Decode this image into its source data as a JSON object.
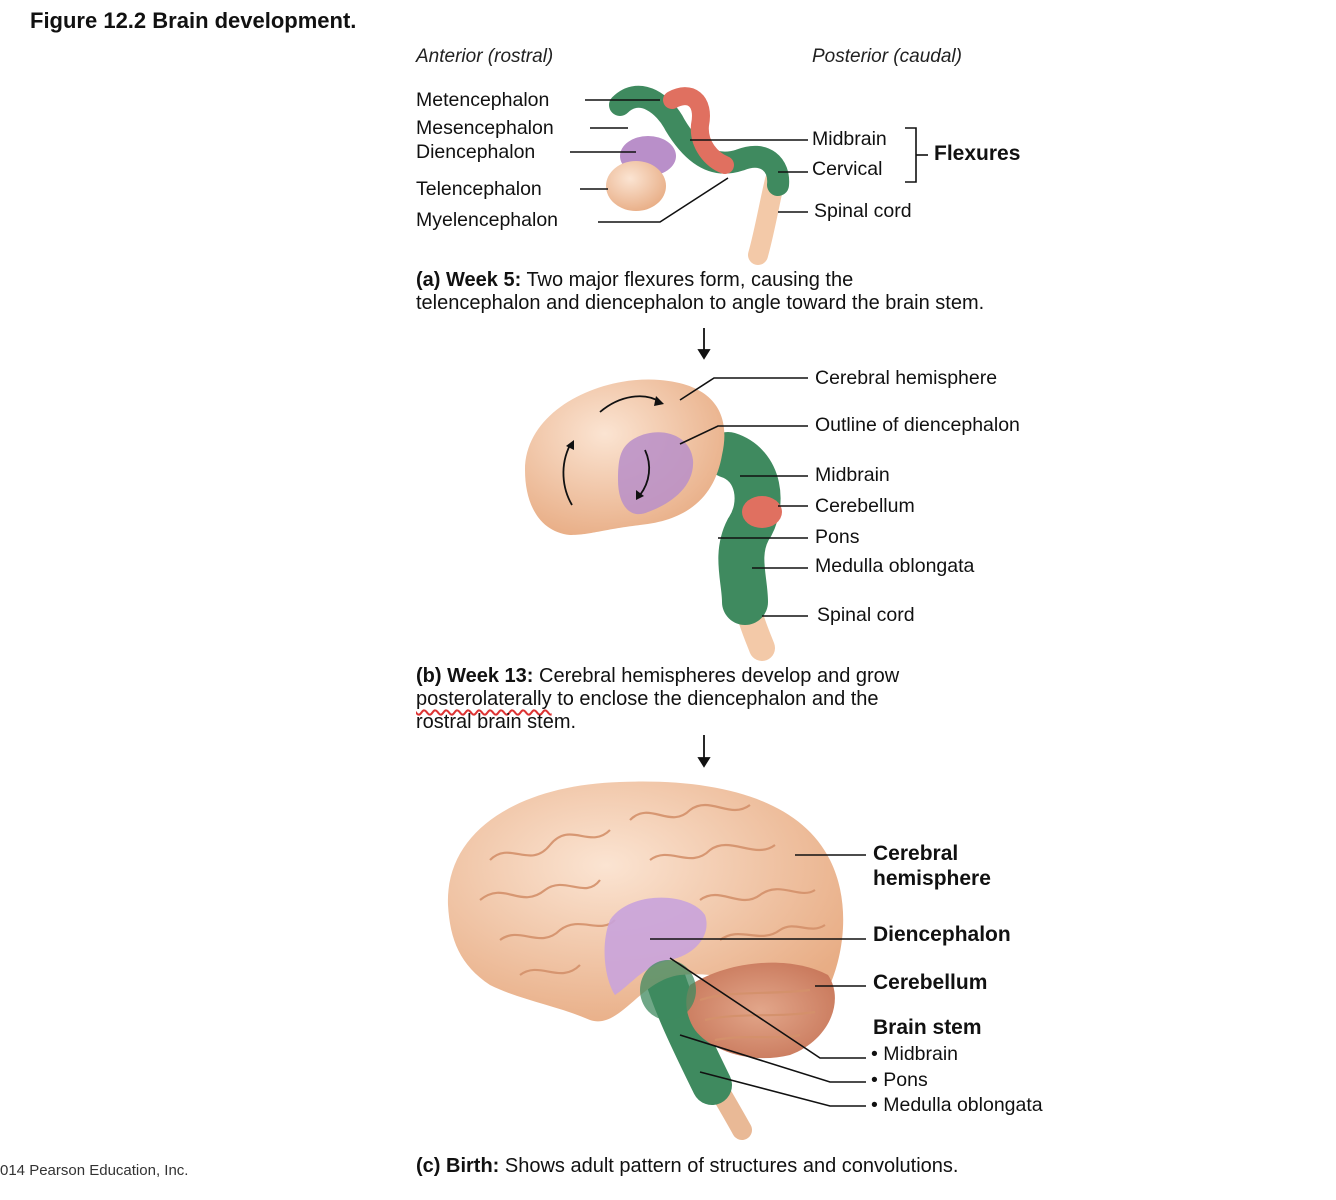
{
  "title": "Figure 12.2  Brain development.",
  "orientation": {
    "anterior": "Anterior (rostral)",
    "posterior": "Posterior (caudal)"
  },
  "panel_a": {
    "left_labels": [
      "Metencephalon",
      "Mesencephalon",
      "Diencephalon",
      "Telencephalon",
      "Myelencephalon"
    ],
    "right_labels": [
      "Midbrain",
      "Cervical",
      "Spinal cord"
    ],
    "flexures_label": "Flexures",
    "caption_prefix": "(a) Week 5:",
    "caption_line1": "Two major flexures form, causing the",
    "caption_line2": "telencephalon and diencephalon to angle toward the brain stem."
  },
  "panel_b": {
    "labels": [
      "Cerebral hemisphere",
      "Outline of diencephalon",
      "Midbrain",
      "Cerebellum",
      "Pons",
      "Medulla oblongata",
      "Spinal cord"
    ],
    "caption_prefix": "(b) Week 13:",
    "caption_line1": "Cerebral hemispheres develop and grow",
    "caption_word_flagged": "posterolaterally",
    "caption_line2_rest": "to enclose the diencephalon and the",
    "caption_line3": "rostral brain stem."
  },
  "panel_c": {
    "labels": [
      "Cerebral",
      "hemisphere",
      "Diencephalon",
      "Cerebellum",
      "Brain stem"
    ],
    "brainstem_items": [
      "• Midbrain",
      "• Pons",
      "• Medulla oblongata"
    ],
    "caption_prefix": "(c) Birth:",
    "caption_text": "Shows adult pattern of structures and convolutions."
  },
  "copyright": "014 Pearson Education, Inc.",
  "colors": {
    "tan": "#f3c9a8",
    "green": "#3f8a5f",
    "purple": "#b98fc9",
    "red": "#e07060",
    "line": "#111111"
  }
}
